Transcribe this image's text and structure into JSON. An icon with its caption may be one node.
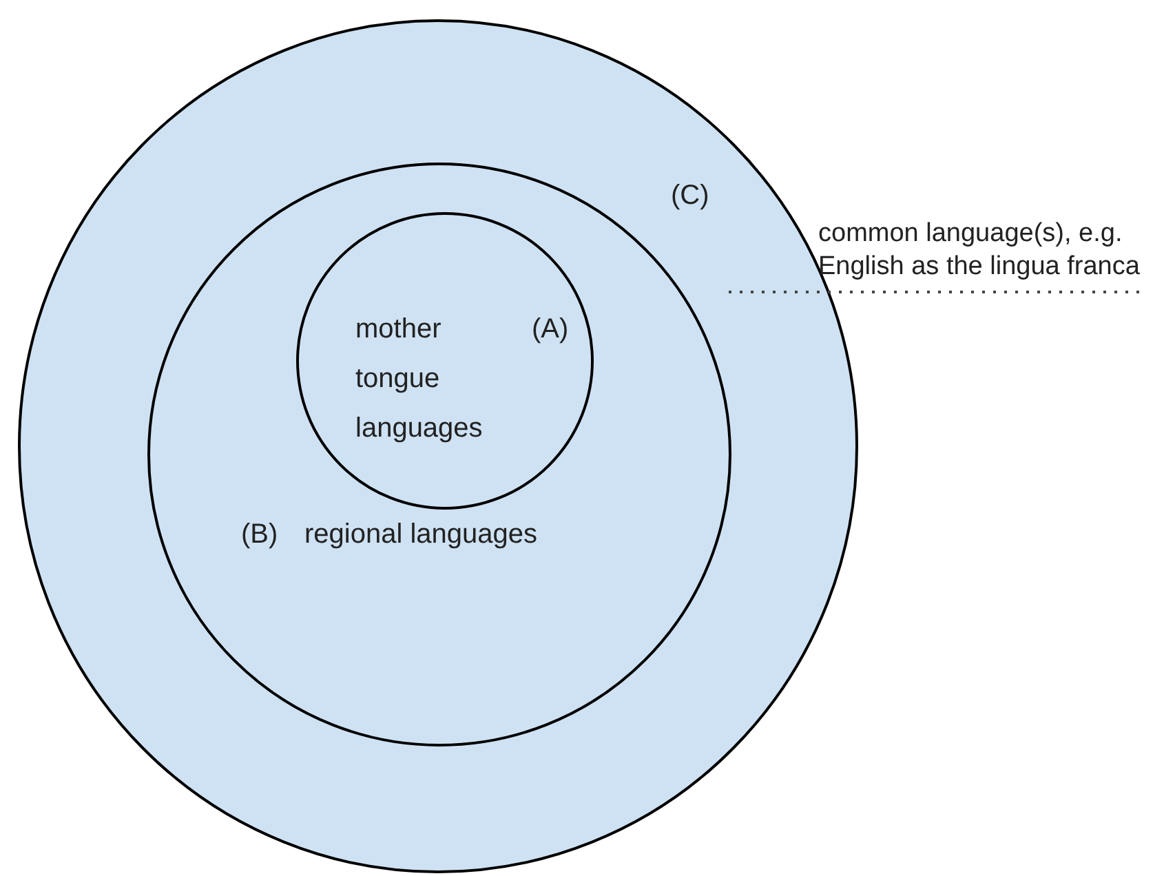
{
  "diagram": {
    "nodes": [
      {
        "text": [
          "(C)"
        ],
        "beside": [
          "common language(s), e.g. English as the lingua franca"
        ]
      },
      {
        "text": [
          "(B)",
          "regional languages"
        ],
        "in": 0
      },
      {
        "text": [
          "mother tongue languages",
          "(A)"
        ],
        "in": 1
      }
    ]
  }
}
